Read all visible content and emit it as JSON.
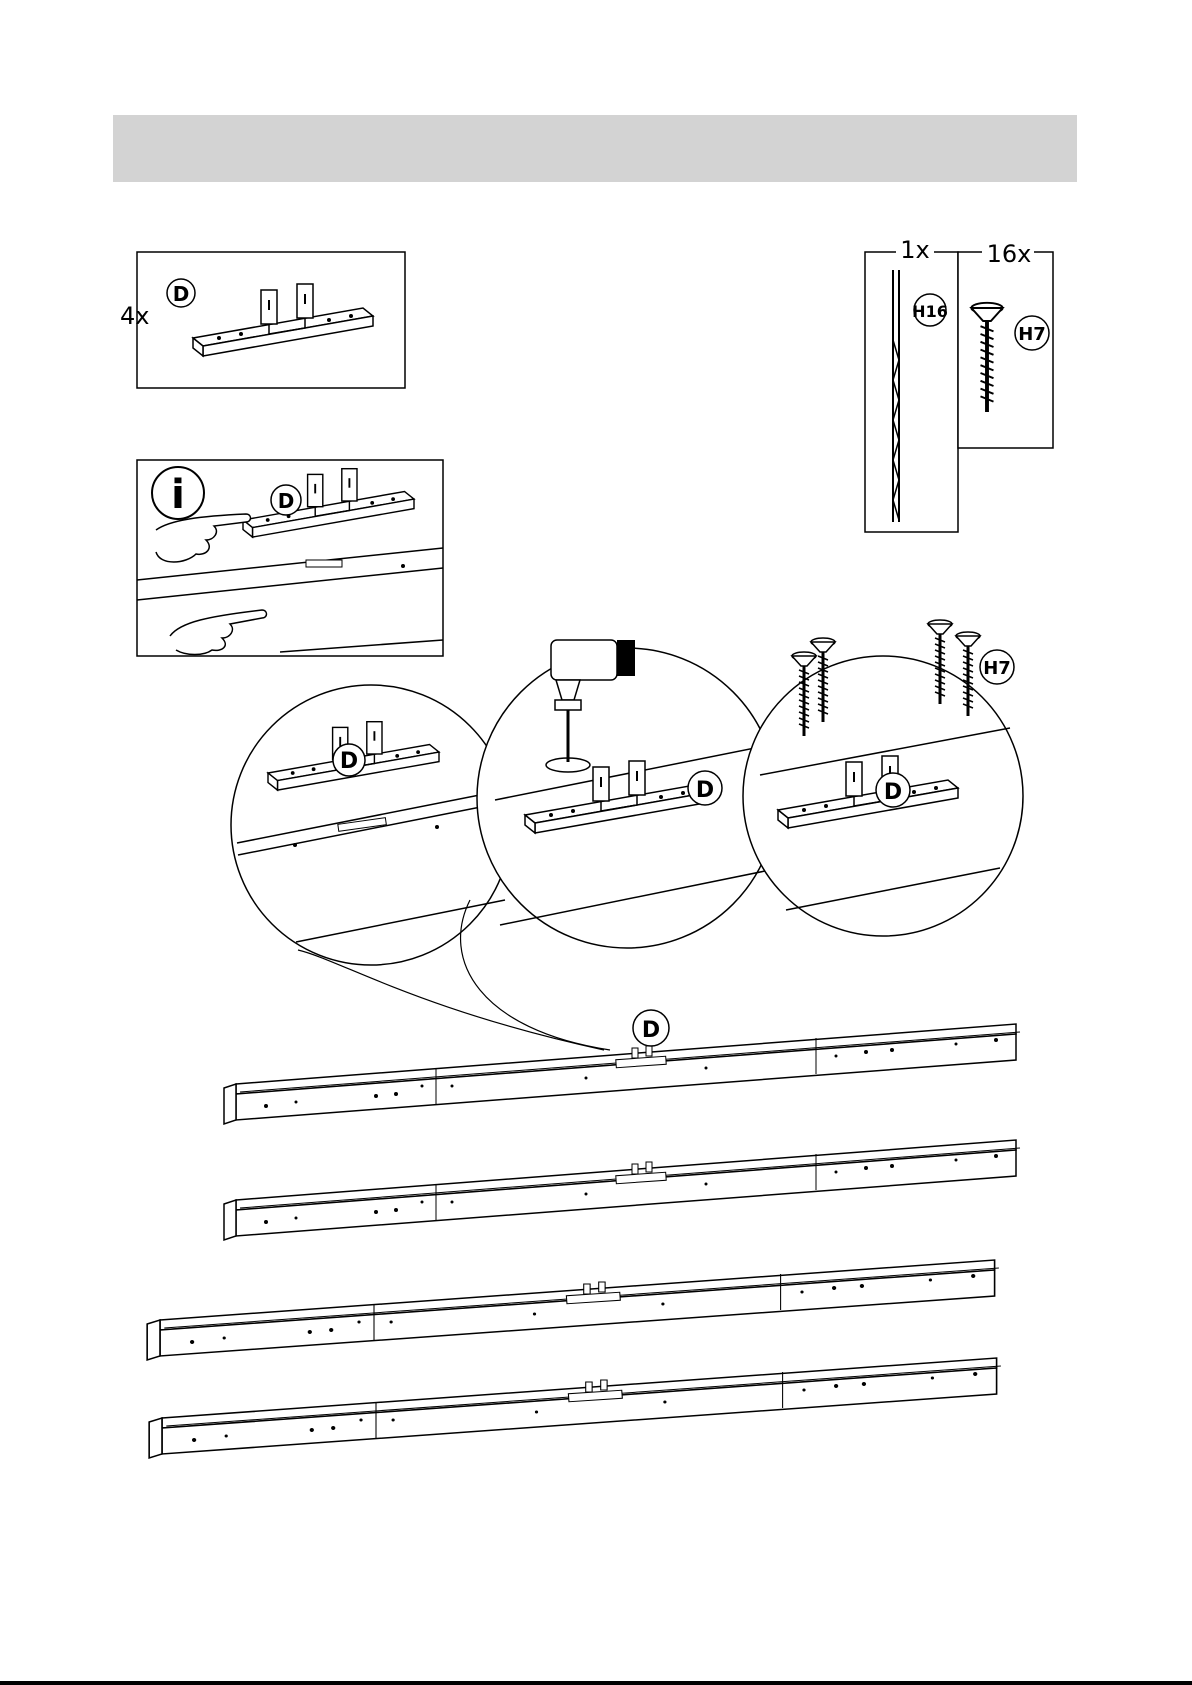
{
  "parts": {
    "bracket": {
      "quantity": "4x",
      "label": "D"
    },
    "drill_bit": {
      "quantity": "1x",
      "label": "H16"
    },
    "screw": {
      "quantity": "16x",
      "label": "H7"
    }
  },
  "info": {
    "icon_text": "i",
    "label": "D"
  },
  "steps": {
    "detail_1_label": "D",
    "detail_2_label": "D",
    "detail_3_label": "D",
    "detail_3_screw_label": "H7",
    "assembly_label": "D"
  }
}
